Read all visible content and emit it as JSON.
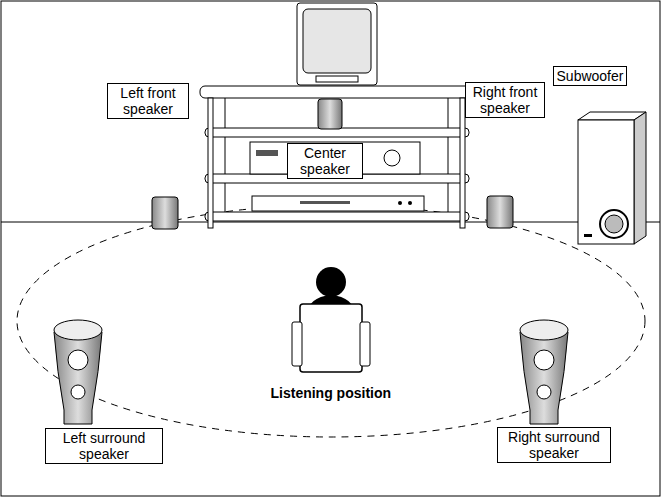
{
  "diagram": {
    "nodes": [
      {
        "text": [
          "Left front speaker"
        ]
      },
      {
        "text": [
          "Center speaker"
        ]
      },
      {
        "text": [
          "Right front speaker"
        ]
      },
      {
        "text": [
          "Subwoofer"
        ]
      },
      {
        "text": [
          "Left surround speaker"
        ]
      },
      {
        "text": [
          "Right surround speaker"
        ]
      }
    ],
    "labels": [
      "Listening position"
    ]
  }
}
